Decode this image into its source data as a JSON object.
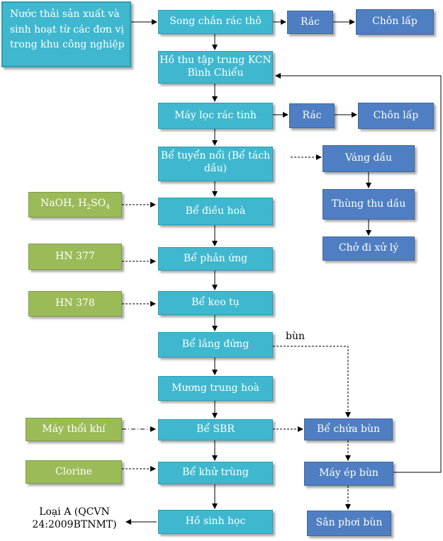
{
  "source": "Nước thải sản xuất và sinh hoạt từ các đơn vị trong khu công nghiệp",
  "main": {
    "screen": "Song chắn rác thô",
    "collect": "Hồ thu tập trung KCN Bình Chiểu",
    "fine_filter": "Máy lọc rác tinh",
    "flotation": "Bể tuyển nổi (Bể tách dầu)",
    "equalization": "Bể điều hoà",
    "reaction": "Bể phản ứng",
    "coagulation": "Bể keo tụ",
    "settling": "Bể lắng đứng",
    "neutralization": "Mương trung hoà",
    "sbr": "Bể SBR",
    "disinfection": "Bể khử trùng",
    "bio_pond": "Hồ sinh học"
  },
  "side": {
    "trash_1": "Rác",
    "landfill_1": "Chôn lấp",
    "trash_2": "Rác",
    "landfill_2": "Chôn lấp",
    "oil_scum": "Váng dầu",
    "oil_tank": "Thùng thu dầu",
    "oil_transport": "Chở đi xử lý",
    "sludge_tank": "Bể chứa bùn",
    "sludge_press": "Máy ép bùn",
    "drying_bed": "Sân phơi bùn"
  },
  "chemicals": {
    "naoh": "NaOH, H",
    "naoh_sub1": "2",
    "naoh_mid": "SO",
    "naoh_sub2": "4",
    "hn377": "HN 377",
    "hn378": "HN 378",
    "blower": "Máy thổi khí",
    "chlorine": "Clorine"
  },
  "labels": {
    "sludge": "bùn",
    "result_line1": "Loại A (QCVN",
    "result_line2": "24:2009BTNMT)"
  },
  "colors": {
    "teal": "#3fb8cf",
    "blue": "#4f7fc2",
    "green": "#9bbb59"
  }
}
